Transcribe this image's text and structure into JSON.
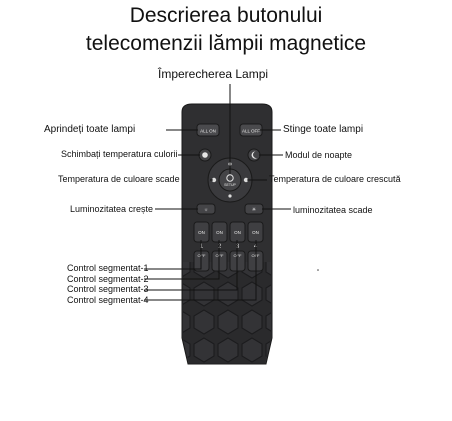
{
  "title": {
    "line1": "Descrierea butonului",
    "line2": "telecomenzii lămpii magnetice"
  },
  "callouts": {
    "pairing": "Împerecherea Lampi",
    "all_on": "Aprindeți toate lampi",
    "all_off": "Stinge toate lampi",
    "color_temp_change": "Schimbați temperatura culorii",
    "night_mode": "Modul de noapte",
    "color_temp_down": "Temperatura de culoare scade",
    "color_temp_up": "Temperatura de culoare crescută",
    "brightness_up": "Luminozitatea crește",
    "brightness_down": "luminozitatea scade",
    "segment_1": "Control segmentat-1",
    "segment_2": "Control segmentat-2",
    "segment_3": "Control segmentat-3",
    "segment_4": "Control segmentat-4"
  },
  "remote": {
    "all_on_label": "ALL ON",
    "all_off_label": "ALL OFF",
    "setup_label": "SETUP",
    "on_label": "ON",
    "off_label": "OFF",
    "numbers": [
      "1",
      "2",
      "3",
      "4"
    ]
  }
}
